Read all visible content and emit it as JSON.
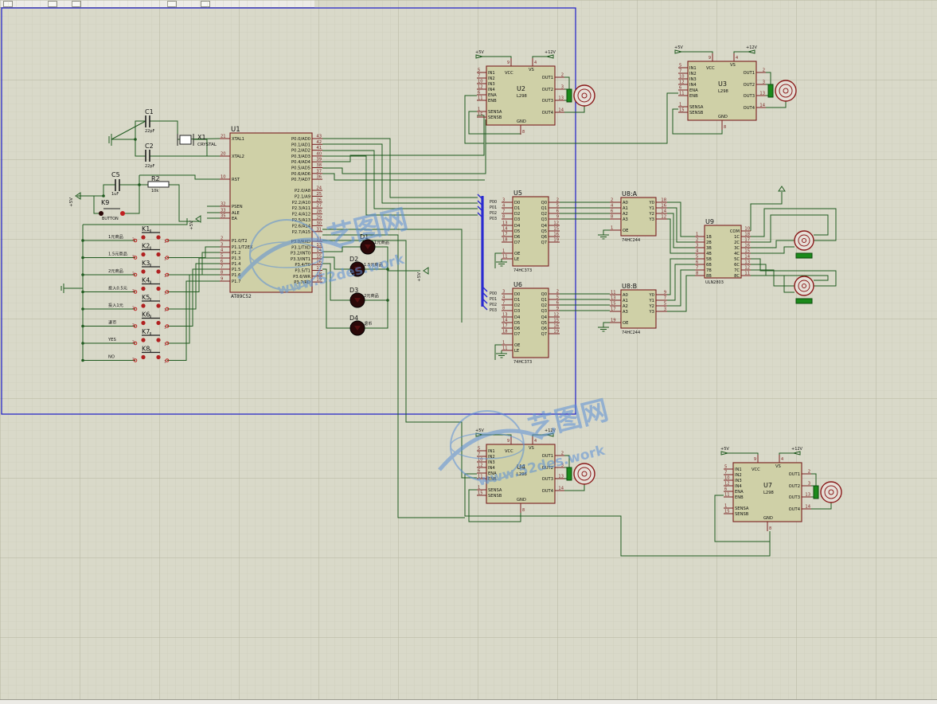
{
  "colors": {
    "background": "#d9d9c9",
    "grid_minor": "#c9c9b6",
    "grid_major": "#b5b5a0",
    "wire": "#1f5a1f",
    "chip_fill": "#cfd0a7",
    "chip_border": "#7a1f1f",
    "pin_text": "#7a1f1f",
    "bus": "#2a2ad0",
    "led": "#2a0808",
    "green_label": "#1b8a1b",
    "selection_box": "#1c1cc8",
    "watermark": "#5b8fd6"
  },
  "mcu": {
    "ref": "U1",
    "part": "AT89C52",
    "left_pins": [
      {
        "num": "21",
        "name": "XTAL1"
      },
      {
        "num": "20",
        "name": "XTAL2"
      },
      {
        "num": "10",
        "name": "RST"
      },
      {
        "num": "32",
        "name": "PSEN"
      },
      {
        "num": "33",
        "name": "ALE"
      },
      {
        "num": "35",
        "name": "EA"
      },
      {
        "num": "2",
        "name": "P1.0/T2"
      },
      {
        "num": "3",
        "name": "P1.1/T2EX"
      },
      {
        "num": "4",
        "name": "P1.2"
      },
      {
        "num": "5",
        "name": "P1.3"
      },
      {
        "num": "6",
        "name": "P1.4"
      },
      {
        "num": "7",
        "name": "P1.5"
      },
      {
        "num": "8",
        "name": "P1.6"
      },
      {
        "num": "9",
        "name": "P1.7"
      }
    ],
    "right_pins": [
      {
        "num": "43",
        "name": "P0.0/AD0"
      },
      {
        "num": "42",
        "name": "P0.1/AD1"
      },
      {
        "num": "41",
        "name": "P0.2/AD2"
      },
      {
        "num": "40",
        "name": "P0.3/AD3"
      },
      {
        "num": "39",
        "name": "P0.4/AD4"
      },
      {
        "num": "38",
        "name": "P0.5/AD5"
      },
      {
        "num": "37",
        "name": "P0.6/AD6"
      },
      {
        "num": "36",
        "name": "P0.7/AD7"
      },
      {
        "num": "24",
        "name": "P2.0/A8"
      },
      {
        "num": "25",
        "name": "P2.1/A9"
      },
      {
        "num": "26",
        "name": "P2.2/A10"
      },
      {
        "num": "27",
        "name": "P2.3/A11"
      },
      {
        "num": "28",
        "name": "P2.4/A12"
      },
      {
        "num": "29",
        "name": "P2.5/A13"
      },
      {
        "num": "30",
        "name": "P2.6/A14"
      },
      {
        "num": "31",
        "name": "P2.7/A15"
      },
      {
        "num": "11",
        "name": "P3.0/RXD"
      },
      {
        "num": "13",
        "name": "P3.1/TXD"
      },
      {
        "num": "14",
        "name": "P3.2/INT0"
      },
      {
        "num": "15",
        "name": "P3.3/INT1"
      },
      {
        "num": "16",
        "name": "P3.4/T0"
      },
      {
        "num": "17",
        "name": "P3.5/T1"
      },
      {
        "num": "18",
        "name": "P3.6/WR"
      },
      {
        "num": "19",
        "name": "P3.7/RD"
      }
    ]
  },
  "crystal": {
    "ref": "X1",
    "part": "CRYSTAL"
  },
  "capacitors": [
    {
      "ref": "C1",
      "value": "22pF"
    },
    {
      "ref": "C2",
      "value": "22pF"
    },
    {
      "ref": "C5",
      "value": "1uF"
    }
  ],
  "resistor": {
    "ref": "R2",
    "value": "10k"
  },
  "reset_button": {
    "ref": "K9",
    "part": "BUTTON"
  },
  "power_labels": {
    "plus5": "+5V",
    "plus12": "+12V"
  },
  "keys": [
    {
      "ref": "K1",
      "label": "1元商品"
    },
    {
      "ref": "K2",
      "label": "1.5元商品"
    },
    {
      "ref": "K3",
      "label": "2元商品"
    },
    {
      "ref": "K4",
      "label": "投入0.5元"
    },
    {
      "ref": "K5",
      "label": "投入1元"
    },
    {
      "ref": "K6",
      "label": "退币"
    },
    {
      "ref": "K7",
      "label": "YES"
    },
    {
      "ref": "K8",
      "label": "NO"
    }
  ],
  "leds": [
    {
      "ref": "D1",
      "label": "1元商品"
    },
    {
      "ref": "D2",
      "label": "1.5元商品"
    },
    {
      "ref": "D3",
      "label": "2元商品"
    },
    {
      "ref": "D4",
      "label": "退币"
    }
  ],
  "drivers": [
    {
      "ref": "U2",
      "part": "L298"
    },
    {
      "ref": "U3",
      "part": "L298"
    },
    {
      "ref": "U4",
      "part": "L298"
    },
    {
      "ref": "U7",
      "part": "L298"
    }
  ],
  "l298_pins": {
    "left": [
      {
        "num": "5",
        "name": "IN1"
      },
      {
        "num": "7",
        "name": "IN2"
      },
      {
        "num": "10",
        "name": "IN3"
      },
      {
        "num": "12",
        "name": "IN4"
      },
      {
        "num": "6",
        "name": "ENA"
      },
      {
        "num": "11",
        "name": "ENB"
      },
      {
        "num": "1",
        "name": "SENSA"
      },
      {
        "num": "15",
        "name": "SENSB"
      }
    ],
    "right": [
      {
        "num": "2",
        "name": "OUT1"
      },
      {
        "num": "3",
        "name": "OUT2"
      },
      {
        "num": "13",
        "name": "OUT3"
      },
      {
        "num": "14",
        "name": "OUT4"
      }
    ],
    "top": [
      {
        "num": "9",
        "name": "VCC"
      },
      {
        "num": "4",
        "name": "VS"
      }
    ],
    "bottom": {
      "num": "8",
      "name": "GND"
    }
  },
  "latches": [
    {
      "ref": "U5",
      "part": "74HC373"
    },
    {
      "ref": "U6",
      "part": "74HC373"
    }
  ],
  "latch_pins": {
    "left": [
      {
        "num": "3",
        "name": "D0"
      },
      {
        "num": "4",
        "name": "D1"
      },
      {
        "num": "7",
        "name": "D2"
      },
      {
        "num": "8",
        "name": "D3"
      },
      {
        "num": "13",
        "name": "D4"
      },
      {
        "num": "14",
        "name": "D5"
      },
      {
        "num": "17",
        "name": "D6"
      },
      {
        "num": "18",
        "name": "D7"
      },
      {
        "num": "1",
        "name": "OE"
      },
      {
        "num": "11",
        "name": "LE"
      }
    ],
    "right": [
      {
        "num": "2",
        "name": "Q0"
      },
      {
        "num": "5",
        "name": "Q1"
      },
      {
        "num": "6",
        "name": "Q2"
      },
      {
        "num": "9",
        "name": "Q3"
      },
      {
        "num": "12",
        "name": "Q4"
      },
      {
        "num": "15",
        "name": "Q5"
      },
      {
        "num": "16",
        "name": "Q6"
      },
      {
        "num": "19",
        "name": "Q7"
      }
    ],
    "bus_labels": [
      "P00",
      "P01",
      "P02",
      "P03"
    ]
  },
  "buffers": [
    {
      "ref": "U8:A",
      "part": "74HC244",
      "in_pins": [
        "2",
        "4",
        "6",
        "8"
      ],
      "out_pins": [
        "18",
        "16",
        "14",
        "12"
      ],
      "oe_pin": "1"
    },
    {
      "ref": "U8:B",
      "part": "74HC244",
      "in_pins": [
        "11",
        "13",
        "15",
        "17"
      ],
      "out_pins": [
        "9",
        "7",
        "5",
        "3"
      ],
      "oe_pin": "19"
    }
  ],
  "buffer_pin_names": {
    "inputs": [
      "A0",
      "A1",
      "A2",
      "A3"
    ],
    "outputs": [
      "Y0",
      "Y1",
      "Y2",
      "Y3"
    ],
    "oe": "OE"
  },
  "darlington": {
    "ref": "U9",
    "part": "ULN2803",
    "left": [
      {
        "num": "1",
        "name": "1B"
      },
      {
        "num": "2",
        "name": "2B"
      },
      {
        "num": "3",
        "name": "3B"
      },
      {
        "num": "4",
        "name": "4B"
      },
      {
        "num": "5",
        "name": "5B"
      },
      {
        "num": "6",
        "name": "6B"
      },
      {
        "num": "7",
        "name": "7B"
      },
      {
        "num": "8",
        "name": "8B"
      }
    ],
    "right": [
      {
        "num": "10",
        "name": "COM"
      },
      {
        "num": "18",
        "name": "1C"
      },
      {
        "num": "17",
        "name": "2C"
      },
      {
        "num": "16",
        "name": "3C"
      },
      {
        "num": "15",
        "name": "4C"
      },
      {
        "num": "14",
        "name": "5C"
      },
      {
        "num": "13",
        "name": "6C"
      },
      {
        "num": "12",
        "name": "7C"
      },
      {
        "num": "11",
        "name": "8C"
      }
    ]
  },
  "watermark": {
    "brand": "艺图网",
    "url": "www.52des.work"
  }
}
